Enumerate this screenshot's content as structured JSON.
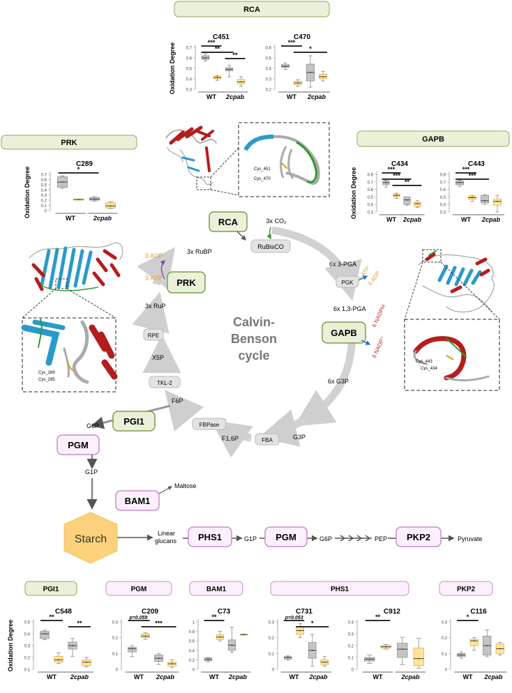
{
  "cycle": {
    "title_line1": "Calvin-",
    "title_line2": "Benson",
    "title_line3": "cycle",
    "nodes": {
      "rca": "RCA",
      "rubisco": "RuBisCO",
      "co2": "3x CO₂",
      "pga": "6x 3-PGA",
      "pgk": "PGK",
      "atp6": "6 ATP",
      "adp6": "6 ADP",
      "bpga": "6x 1,3-PGA",
      "gapb": "GAPB",
      "nadph": "6 NADPH",
      "nadp": "6 NADP⁺",
      "g3p6": "6x G3P",
      "g3p": "G3P",
      "fba": "FBA",
      "f16p": "F1,6P",
      "fbpase": "FBPase",
      "f6p": "F6P",
      "tkl2": "TKL-2",
      "x5p": "X5P",
      "rpe": "RPE",
      "rup": "3x RuP",
      "prk": "PRK",
      "atp3": "3 ATP",
      "adp3": "3 ADP",
      "rubp": "3x RuBP"
    }
  },
  "starch_path": {
    "pgi1": "PGI1",
    "g6p": "G6P",
    "pgm": "PGM",
    "g1p": "G1P",
    "bam1": "BAM1",
    "maltose": "Maltose",
    "starch": "Starch",
    "linear1": "Linear",
    "linear2": "glucans",
    "phs1": "PHS1",
    "g1p2": "G1P",
    "pgm2": "PGM",
    "g6p2": "G6P",
    "pep": "PEP",
    "pkp2": "PKP2",
    "pyruvate": "Pyruvate"
  },
  "structures": {
    "rca": [
      "Cys_451",
      "Cys_470"
    ],
    "prk": [
      "Cys_289",
      "Cys_295"
    ],
    "gapb": [
      "Cys_443",
      "Cys_434"
    ]
  },
  "colors": {
    "green_fill": "#eaf1d8",
    "green_stroke": "#8aa85a",
    "pink_fill": "#fbf0fb",
    "pink_stroke": "#c98ccf",
    "wt_box": "#c4c4c4",
    "mut_box": "#ffe49a",
    "atp": "#e0a21a",
    "nadph": "#c0282c",
    "starch": "#fbd27b"
  },
  "chart_data": [
    {
      "type": "box",
      "enzyme": "RCA",
      "site": "C451",
      "ylabel": "Oxidation Degree",
      "ylim": [
        0.3,
        0.7
      ],
      "groups": [
        "WT",
        "2cpab"
      ],
      "series": [
        {
          "q1": 0.585,
          "median": 0.6,
          "q3": 0.62,
          "min": 0.57,
          "max": 0.64
        },
        {
          "q1": 0.4,
          "median": 0.412,
          "q3": 0.425,
          "min": 0.385,
          "max": 0.43
        },
        {
          "q1": 0.475,
          "median": 0.49,
          "q3": 0.505,
          "min": 0.42,
          "max": 0.53
        },
        {
          "q1": 0.35,
          "median": 0.37,
          "q3": 0.395,
          "min": 0.33,
          "max": 0.42
        }
      ],
      "sig": [
        {
          "from": 0,
          "to": 1,
          "label": "***"
        },
        {
          "from": 0,
          "to": 2,
          "label": "**"
        },
        {
          "from": 2,
          "to": 3,
          "label": "**"
        }
      ]
    },
    {
      "type": "box",
      "enzyme": "RCA",
      "site": "C470",
      "ylabel": "",
      "ylim": [
        0.2,
        0.6
      ],
      "groups": [
        "WT",
        "2cpab"
      ],
      "series": [
        {
          "q1": 0.41,
          "median": 0.42,
          "q3": 0.435,
          "min": 0.39,
          "max": 0.45
        },
        {
          "q1": 0.245,
          "median": 0.26,
          "q3": 0.275,
          "min": 0.23,
          "max": 0.29
        },
        {
          "q1": 0.28,
          "median": 0.36,
          "q3": 0.44,
          "min": 0.22,
          "max": 0.52
        },
        {
          "q1": 0.3,
          "median": 0.32,
          "q3": 0.345,
          "min": 0.28,
          "max": 0.37
        }
      ],
      "sig": [
        {
          "from": 0,
          "to": 1,
          "label": "***"
        },
        {
          "from": 1,
          "to": 3,
          "label": "*"
        }
      ]
    },
    {
      "type": "box",
      "enzyme": "PRK",
      "site": "C289",
      "ylabel": "Oxidation Degree",
      "ylim": [
        0,
        0.7
      ],
      "groups": [
        "WT",
        "2cpab"
      ],
      "series": [
        {
          "q1": 0.45,
          "median": 0.55,
          "q3": 0.65,
          "min": 0.43,
          "max": 0.67
        },
        {
          "q1": 0.21,
          "median": 0.215,
          "q3": 0.22,
          "min": 0.21,
          "max": 0.22
        },
        {
          "q1": 0.2,
          "median": 0.22,
          "q3": 0.25,
          "min": 0.18,
          "max": 0.27
        },
        {
          "q1": 0.05,
          "median": 0.09,
          "q3": 0.15,
          "min": 0.04,
          "max": 0.17
        }
      ],
      "sig": [
        {
          "from": 0,
          "to": 2,
          "label": "*"
        }
      ]
    },
    {
      "type": "box",
      "enzyme": "GAPB",
      "site": "C434",
      "ylabel": "Oxidation Degree",
      "ylim": [
        0.3,
        0.8
      ],
      "groups": [
        "WT",
        "2cpab"
      ],
      "series": [
        {
          "q1": 0.66,
          "median": 0.69,
          "q3": 0.71,
          "min": 0.63,
          "max": 0.72
        },
        {
          "q1": 0.5,
          "median": 0.52,
          "q3": 0.54,
          "min": 0.48,
          "max": 0.55
        },
        {
          "q1": 0.4,
          "median": 0.46,
          "q3": 0.5,
          "min": 0.39,
          "max": 0.5
        },
        {
          "q1": 0.37,
          "median": 0.41,
          "q3": 0.43,
          "min": 0.36,
          "max": 0.45
        }
      ],
      "sig": [
        {
          "from": 0,
          "to": 1,
          "label": "***"
        },
        {
          "from": 0,
          "to": 2,
          "label": "***"
        },
        {
          "from": 1,
          "to": 3,
          "label": "**"
        }
      ]
    },
    {
      "type": "box",
      "enzyme": "GAPB",
      "site": "C443",
      "ylabel": "",
      "ylim": [
        0.3,
        0.8
      ],
      "groups": [
        "WT",
        "2cpab"
      ],
      "series": [
        {
          "q1": 0.66,
          "median": 0.69,
          "q3": 0.71,
          "min": 0.64,
          "max": 0.72
        },
        {
          "q1": 0.47,
          "median": 0.49,
          "q3": 0.51,
          "min": 0.44,
          "max": 0.52
        },
        {
          "q1": 0.42,
          "median": 0.45,
          "q3": 0.52,
          "min": 0.4,
          "max": 0.53
        },
        {
          "q1": 0.39,
          "median": 0.44,
          "q3": 0.47,
          "min": 0.3,
          "max": 0.52
        }
      ],
      "sig": [
        {
          "from": 0,
          "to": 1,
          "label": "***"
        },
        {
          "from": 0,
          "to": 2,
          "label": "***"
        }
      ]
    },
    {
      "type": "box",
      "enzyme": "PGI1",
      "site": "C548",
      "ylabel": "Oxidation Degree",
      "ylim": [
        0.1,
        0.5
      ],
      "groups": [
        "WT",
        "2cpab"
      ],
      "series": [
        {
          "q1": 0.36,
          "median": 0.4,
          "q3": 0.42,
          "min": 0.35,
          "max": 0.43
        },
        {
          "q1": 0.16,
          "median": 0.18,
          "q3": 0.21,
          "min": 0.15,
          "max": 0.24
        },
        {
          "q1": 0.27,
          "median": 0.3,
          "q3": 0.33,
          "min": 0.21,
          "max": 0.36
        },
        {
          "q1": 0.13,
          "median": 0.16,
          "q3": 0.18,
          "min": 0.12,
          "max": 0.2
        }
      ],
      "sig": [
        {
          "from": 0,
          "to": 1,
          "label": "**"
        },
        {
          "from": 2,
          "to": 3,
          "label": "**"
        }
      ]
    },
    {
      "type": "box",
      "enzyme": "PGM",
      "site": "C209",
      "ylabel": "",
      "ylim": [
        0,
        0.3
      ],
      "groups": [
        "WT",
        "2cpab"
      ],
      "series": [
        {
          "q1": 0.11,
          "median": 0.13,
          "q3": 0.14,
          "min": 0.08,
          "max": 0.15
        },
        {
          "q1": 0.2,
          "median": 0.21,
          "q3": 0.225,
          "min": 0.19,
          "max": 0.23
        },
        {
          "q1": 0.05,
          "median": 0.07,
          "q3": 0.09,
          "min": 0.03,
          "max": 0.1
        },
        {
          "q1": 0.02,
          "median": 0.035,
          "q3": 0.045,
          "min": 0.01,
          "max": 0.06
        }
      ],
      "sig": [
        {
          "from": 0,
          "to": 1,
          "label": "p=0.059"
        },
        {
          "from": 1,
          "to": 3,
          "label": "***"
        }
      ]
    },
    {
      "type": "box",
      "enzyme": "BAM1",
      "site": "C73",
      "ylabel": "",
      "ylim": [
        0,
        1.0
      ],
      "groups": [
        "WT",
        "2cpab"
      ],
      "series": [
        {
          "q1": 0.18,
          "median": 0.21,
          "q3": 0.24,
          "min": 0.16,
          "max": 0.25
        },
        {
          "q1": 0.63,
          "median": 0.68,
          "q3": 0.73,
          "min": 0.6,
          "max": 0.8
        },
        {
          "q1": 0.4,
          "median": 0.51,
          "q3": 0.62,
          "min": 0.36,
          "max": 0.89
        },
        {
          "q1": 0.73,
          "median": 0.735,
          "q3": 0.74,
          "min": 0.73,
          "max": 0.74
        }
      ],
      "sig": [
        {
          "from": 0,
          "to": 1,
          "label": "**"
        }
      ]
    },
    {
      "type": "box",
      "enzyme": "PHS1",
      "site": "C731",
      "ylabel": "",
      "ylim": [
        0,
        0.3
      ],
      "groups": [
        "WT",
        "2cpab"
      ],
      "series": [
        {
          "q1": 0.065,
          "median": 0.075,
          "q3": 0.08,
          "min": 0.06,
          "max": 0.085
        },
        {
          "q1": 0.22,
          "median": 0.245,
          "q3": 0.27,
          "min": 0.2,
          "max": 0.29
        },
        {
          "q1": 0.07,
          "median": 0.12,
          "q3": 0.17,
          "min": 0.02,
          "max": 0.22
        },
        {
          "q1": 0.03,
          "median": 0.045,
          "q3": 0.06,
          "min": 0.02,
          "max": 0.08
        }
      ],
      "sig": [
        {
          "from": 0,
          "to": 1,
          "label": "p=0.053"
        },
        {
          "from": 1,
          "to": 3,
          "label": "*"
        }
      ]
    },
    {
      "type": "box",
      "enzyme": "PHS1",
      "site": "C912",
      "ylabel": "",
      "ylim": [
        0,
        0.4
      ],
      "groups": [
        "WT",
        "2cpab"
      ],
      "series": [
        {
          "q1": 0.07,
          "median": 0.085,
          "q3": 0.1,
          "min": 0.05,
          "max": 0.12
        },
        {
          "q1": 0.18,
          "median": 0.19,
          "q3": 0.2,
          "min": 0.17,
          "max": 0.21
        },
        {
          "q1": 0.1,
          "median": 0.17,
          "q3": 0.22,
          "min": 0.04,
          "max": 0.27
        },
        {
          "q1": 0.03,
          "median": 0.09,
          "q3": 0.18,
          "min": 0.01,
          "max": 0.26
        }
      ],
      "sig": [
        {
          "from": 0,
          "to": 1,
          "label": "**"
        }
      ]
    },
    {
      "type": "box",
      "enzyme": "PKP2",
      "site": "C116",
      "ylabel": "",
      "ylim": [
        0,
        0.3
      ],
      "groups": [
        "WT",
        "2cpab"
      ],
      "series": [
        {
          "q1": 0.08,
          "median": 0.09,
          "q3": 0.1,
          "min": 0.07,
          "max": 0.11
        },
        {
          "q1": 0.15,
          "median": 0.18,
          "q3": 0.19,
          "min": 0.12,
          "max": 0.2
        },
        {
          "q1": 0.09,
          "median": 0.15,
          "q3": 0.21,
          "min": 0.08,
          "max": 0.25
        },
        {
          "q1": 0.1,
          "median": 0.13,
          "q3": 0.16,
          "min": 0.09,
          "max": 0.17
        }
      ],
      "sig": [
        {
          "from": 0,
          "to": 1,
          "label": "*"
        }
      ]
    }
  ]
}
